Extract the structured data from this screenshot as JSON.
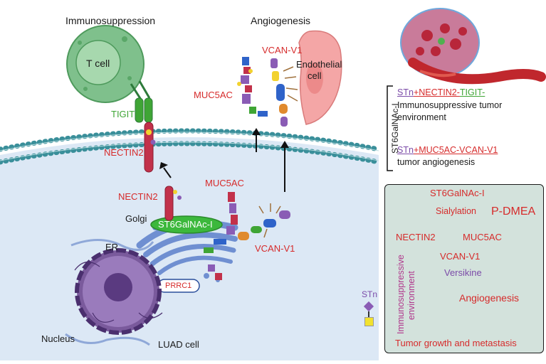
{
  "headings": {
    "immunosuppression": "Immunosuppression",
    "angiogenesis": "Angiogenesis"
  },
  "cell_labels": {
    "t_cell": "T cell",
    "endothelial": "Endothelial",
    "endothelial_2": "cell",
    "golgi": "Golgi",
    "er": "ER",
    "nucleus": "Nucleus",
    "luad_cell": "LUAD cell"
  },
  "molecule_labels": {
    "tigit": "TIGIT",
    "nectin2_membrane": "NECTIN2",
    "nectin2_golgi": "NECTIN2",
    "muc5ac_top": "MUC5AC",
    "muc5ac_golgi": "MUC5AC",
    "vcan_top": "VCAN-V1",
    "vcan_bottom": "VCAN-V1",
    "st6galnac_enzyme": "ST6GalNAc-I",
    "prrc1": "PRRC1",
    "stn_legend": "STn"
  },
  "summary": {
    "enzyme_vertical": "ST6GalNAc-I",
    "line1_stn": "STn",
    "line1_rest": "+NECTIN2-",
    "line1_tigit": "TIGIT-",
    "line2": "Immunosuppressive tumor",
    "line3": "environment",
    "line4_stn": "STn",
    "line4_rest": "+MUC5AC-VCAN-V1",
    "line5": "tumor angiogenesis"
  },
  "pathway": {
    "st6galnac": "ST6GalNAc-I",
    "sialylation": "Sialylation",
    "pdmea": "P-DMEA",
    "nectin2": "NECTIN2",
    "muc5ac": "MUC5AC",
    "vcan": "VCAN-V1",
    "versikine": "Versikine",
    "angiogenesis": "Angiogenesis",
    "immuno_vertical_1": "Immunosuppressive",
    "immuno_vertical_2": "environment",
    "tumor_growth": "Tumor growth and metastasis"
  },
  "colors": {
    "membrane": "#3a8f9a",
    "cell_interior": "#dce8f5",
    "t_cell": "#7fc08c",
    "golgi": "#6f8fd1",
    "nucleus": "#7a5a9c",
    "panel_bg": "#d3e2dc",
    "red_text": "#d62b2b",
    "green_text": "#3fa535",
    "purple_text": "#7b4ba8"
  }
}
